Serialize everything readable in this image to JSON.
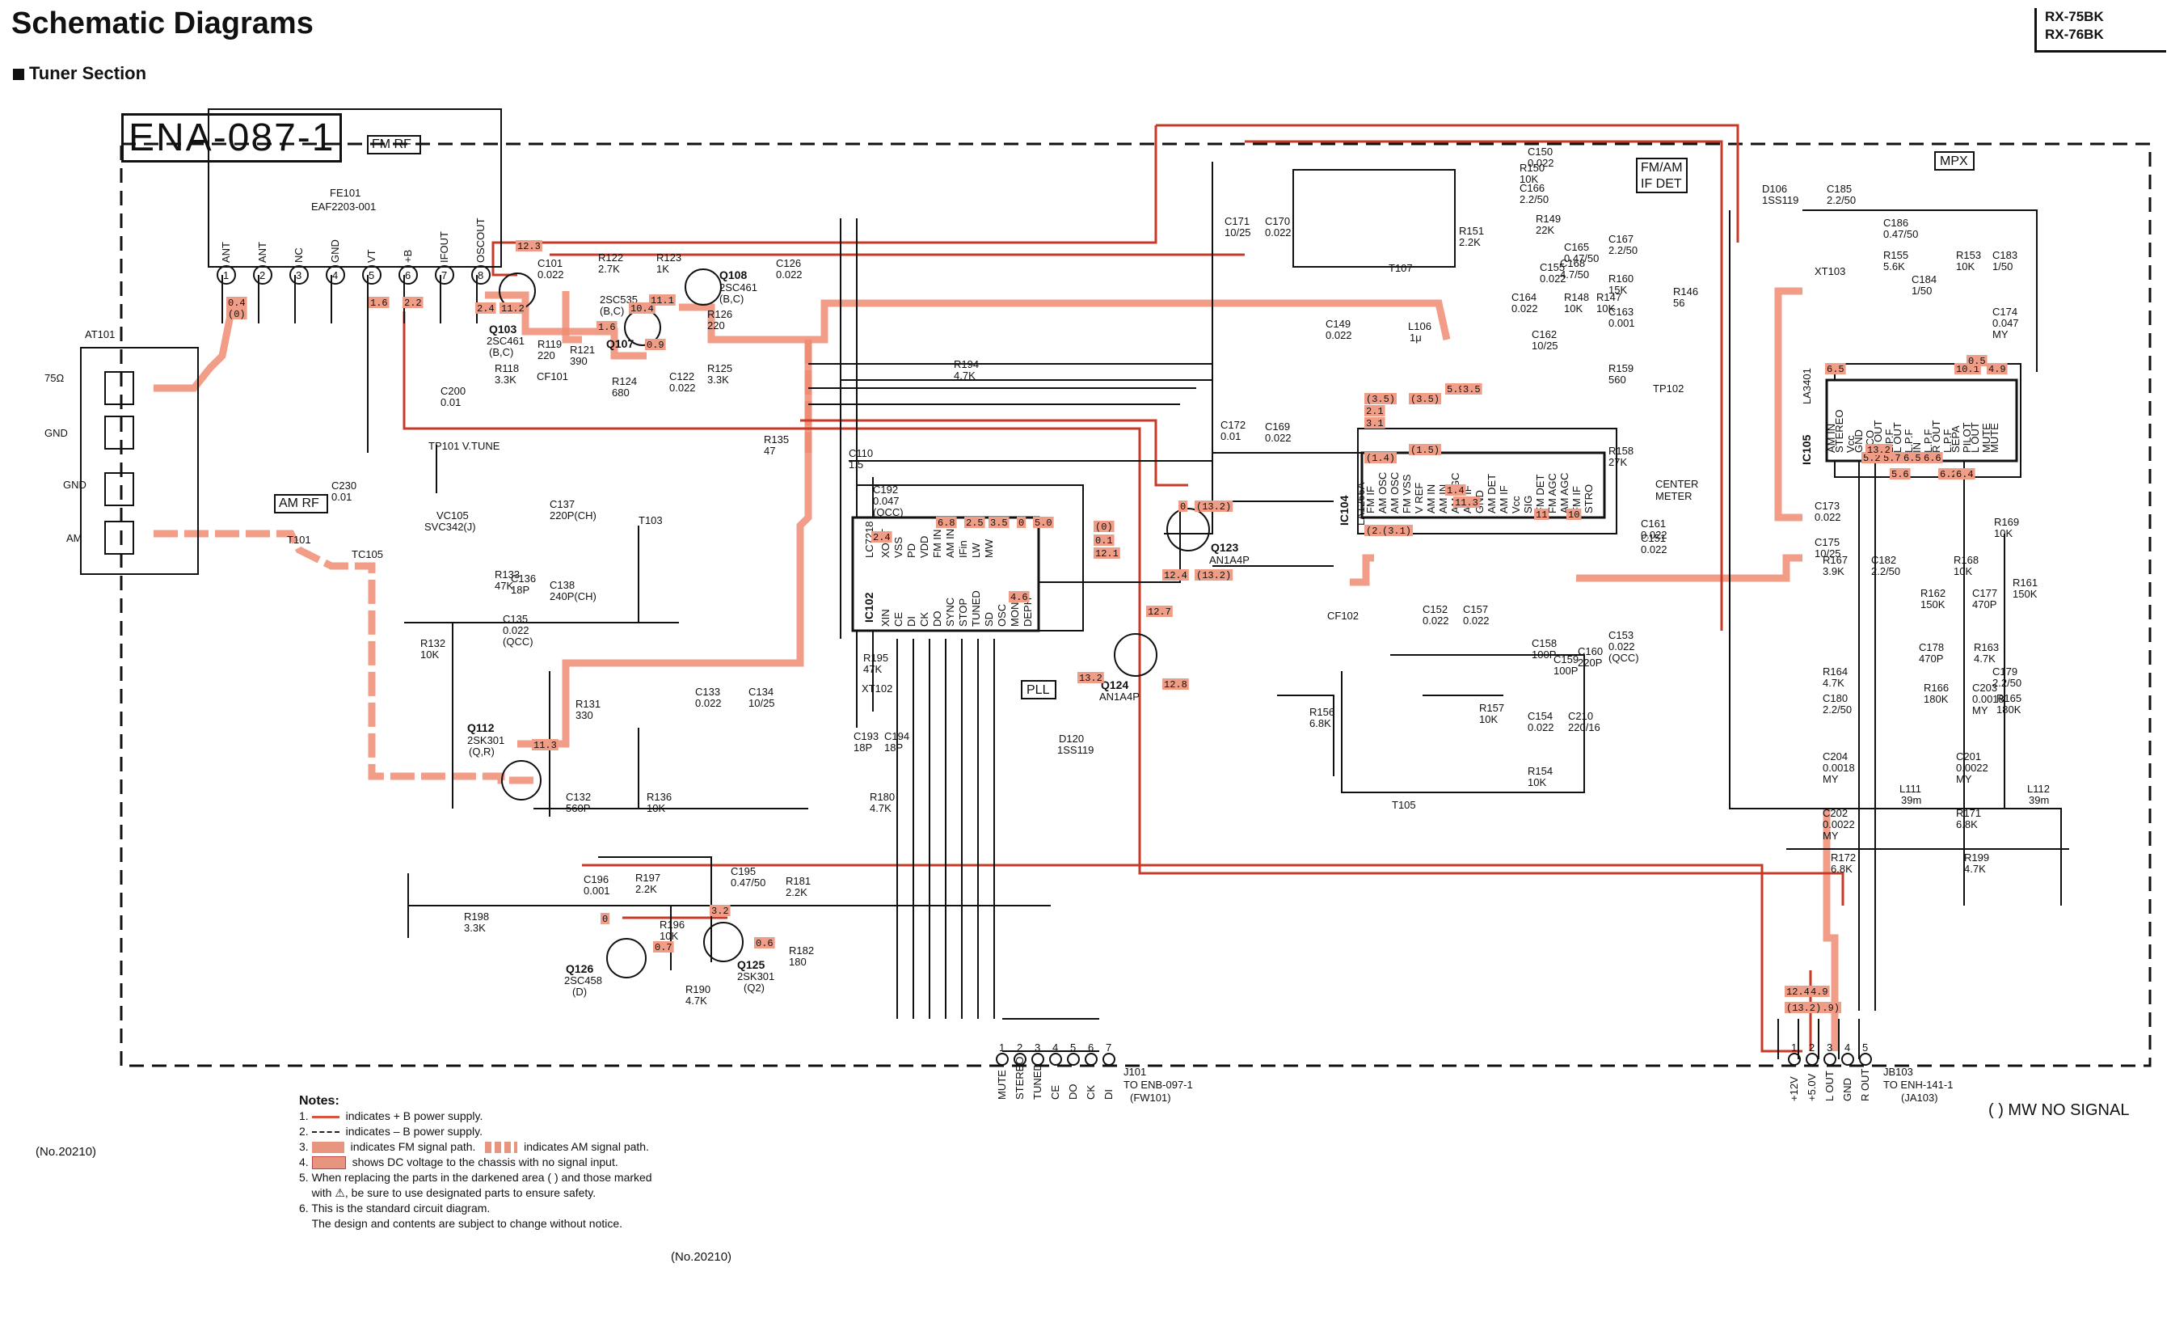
{
  "header": {
    "title": "Schematic Diagrams",
    "section": "Tuner Section",
    "models": [
      "RX-75BK",
      "RX-76BK"
    ]
  },
  "board": {
    "tag": "ENA-087-1",
    "blocks": {
      "fm_rf": "FM RF",
      "am_rf": "AM RF",
      "fm_am_if_det": [
        "FM/AM",
        "IF DET"
      ],
      "mpx": "MPX",
      "pll": "PLL"
    }
  },
  "components": {
    "fe101": [
      "FE101",
      "EAF2203-001"
    ],
    "fe101_pins": [
      "ANT",
      "ANT",
      "NC",
      "GND",
      "VT",
      "+B",
      "IFOUT",
      "OSCOUT"
    ],
    "at101": "AT101",
    "at101_terms": [
      "75Ω",
      "GND",
      "GND",
      "AM"
    ],
    "tp101": "TP101 V.TUNE",
    "tp102": "TP102",
    "center_meter": [
      "CENTER",
      "METER"
    ],
    "ic104": [
      "IC104",
      "LA1266A"
    ],
    "ic105": [
      "IC105",
      "LA3401"
    ],
    "ic102": [
      "IC102",
      "LC7218"
    ],
    "q103": [
      "Q103",
      "2SC461",
      "(B,C)"
    ],
    "q107": [
      "Q107",
      "2SC535",
      "(B,C)"
    ],
    "q108": [
      "Q108",
      "2SC461",
      "(B,C)"
    ],
    "q112": [
      "Q112",
      "2SK301",
      "(Q,R)"
    ],
    "q123": [
      "Q123",
      "AN1A4P"
    ],
    "q124": [
      "Q124",
      "AN1A4P"
    ],
    "q125": [
      "Q125",
      "2SK301",
      "(Q2)"
    ],
    "q126": [
      "Q126",
      "2SC458",
      "(D)"
    ],
    "d106": [
      "D106",
      "1SS119"
    ],
    "d120": [
      "D120",
      "1SS119"
    ],
    "vc105": [
      "VC105",
      "SVC342(J)"
    ],
    "t101": "T101",
    "t103": "T103",
    "t105": "T105",
    "t107": "T107",
    "cf101": "CF101",
    "cf102": "CF102",
    "tc105": "TC105",
    "xt102": "XT102",
    "xt103": "XT103",
    "l106": [
      "L106",
      "1μ"
    ],
    "l111": [
      "L111",
      "39m"
    ],
    "l112": [
      "L112",
      "39m"
    ]
  },
  "parts_labels": [
    [
      "C101",
      "0.022"
    ],
    [
      "R122",
      "2.7K"
    ],
    [
      "R123",
      "1K"
    ],
    [
      "C126",
      "0.022"
    ],
    [
      "R119",
      "220"
    ],
    [
      "R118",
      "3.3K"
    ],
    [
      "R121",
      "390"
    ],
    [
      "R124",
      "680"
    ],
    [
      "R126",
      "220"
    ],
    [
      "R125",
      "3.3K"
    ],
    [
      "C122",
      "0.022"
    ],
    [
      "C200",
      "0.01"
    ],
    [
      "C230",
      "0.01"
    ],
    [
      "R135",
      "47"
    ],
    [
      "R194",
      "4.7K"
    ],
    [
      "C110",
      "1.5"
    ],
    [
      "C192",
      "0.047",
      "(QCC)"
    ],
    [
      "C137",
      "220P(CH)"
    ],
    [
      "C138",
      "240P(CH)"
    ],
    [
      "R133",
      "47K"
    ],
    [
      "C136",
      "18P"
    ],
    [
      "R132",
      "10K"
    ],
    [
      "C135",
      "0.022",
      "(QCC)"
    ],
    [
      "R131",
      "330"
    ],
    [
      "C133",
      "0.022"
    ],
    [
      "C134",
      "10/25"
    ],
    [
      "C132",
      "560P"
    ],
    [
      "R136",
      "10K"
    ],
    [
      "R195",
      "47K"
    ],
    [
      "C193",
      "18P"
    ],
    [
      "C194",
      "18P"
    ],
    [
      "R180",
      "4.7K"
    ],
    [
      "C171",
      "10/25"
    ],
    [
      "C170",
      "0.022"
    ],
    [
      "R151",
      "2.2K"
    ],
    [
      "C149",
      "0.022"
    ],
    [
      "C172",
      "0.01"
    ],
    [
      "C169",
      "0.022"
    ],
    [
      "C150",
      "0.022"
    ],
    [
      "R150",
      "10K"
    ],
    [
      "C166",
      "2.2/50"
    ],
    [
      "R149",
      "22K"
    ],
    [
      "C165",
      "0.47/50"
    ],
    [
      "C167",
      "2.2/50"
    ],
    [
      "C168",
      "4.7/50"
    ],
    [
      "C155",
      "0.022"
    ],
    [
      "R160",
      "15K"
    ],
    [
      "R147",
      "10K"
    ],
    [
      "R148",
      "10K"
    ],
    [
      "C164",
      "0.022"
    ],
    [
      "C163",
      "0.001"
    ],
    [
      "R146",
      "56"
    ],
    [
      "C162",
      "10/25"
    ],
    [
      "R159",
      "560"
    ],
    [
      "R158",
      "27K"
    ],
    [
      "C161",
      "0.022"
    ],
    [
      "C151",
      "0.022"
    ],
    [
      "C152",
      "0.022"
    ],
    [
      "C157",
      "0.022"
    ],
    [
      "C158",
      "100P"
    ],
    [
      "C159",
      "100P"
    ],
    [
      "C160",
      "220P"
    ],
    [
      "C153",
      "0.022",
      "(QCC)"
    ],
    [
      "R156",
      "6.8K"
    ],
    [
      "R157",
      "10K"
    ],
    [
      "C154",
      "0.022"
    ],
    [
      "C210",
      "220/16"
    ],
    [
      "R154",
      "10K"
    ],
    [
      "C185",
      "2.2/50"
    ],
    [
      "C186",
      "0.47/50"
    ],
    [
      "R155",
      "5.6K"
    ],
    [
      "C184",
      "1/50"
    ],
    [
      "R153",
      "10K"
    ],
    [
      "C183",
      "1/50"
    ],
    [
      "C174",
      "0.047",
      "MY"
    ],
    [
      "C173",
      "0.022"
    ],
    [
      "C175",
      "10/25"
    ],
    [
      "R167",
      "3.9K"
    ],
    [
      "C182",
      "2.2/50"
    ],
    [
      "R168",
      "10K"
    ],
    [
      "R169",
      "10K"
    ],
    [
      "R161",
      "150K"
    ],
    [
      "R162",
      "150K"
    ],
    [
      "C177",
      "470P"
    ],
    [
      "C178",
      "470P"
    ],
    [
      "R163",
      "4.7K"
    ],
    [
      "R164",
      "4.7K"
    ],
    [
      "C179",
      "2.2/50"
    ],
    [
      "C180",
      "2.2/50"
    ],
    [
      "R165",
      "180K"
    ],
    [
      "R166",
      "180K"
    ],
    [
      "C203",
      "0.0018",
      "MY"
    ],
    [
      "C204",
      "0.0018",
      "MY"
    ],
    [
      "C201",
      "0.0022",
      "MY"
    ],
    [
      "C202",
      "0.0022",
      "MY"
    ],
    [
      "R171",
      "6.8K"
    ],
    [
      "R172",
      "6.8K"
    ],
    [
      "R199",
      "4.7K"
    ],
    [
      "C196",
      "0.001"
    ],
    [
      "R197",
      "2.2K"
    ],
    [
      "C195",
      "0.47/50"
    ],
    [
      "R181",
      "2.2K"
    ],
    [
      "R198",
      "3.3K"
    ],
    [
      "R196",
      "10K"
    ],
    [
      "R182",
      "180"
    ],
    [
      "R190",
      "4.7K"
    ]
  ],
  "ic102_pins": [
    "XIN",
    "CE",
    "DI",
    "CK",
    "DO",
    "SYNC",
    "STOP",
    "TUNED",
    "SD",
    "OSC",
    "MONO",
    "DEPH",
    "XOUT",
    "VSS",
    "PD",
    "VDD",
    "FM IN",
    "AM IN",
    "IFin",
    "LW",
    "MW"
  ],
  "ic104_pins": [
    "FM IF",
    "AM OSC",
    "AM OSC",
    "FM VSS",
    "V REF",
    "AM IN",
    "AM IN",
    "AM AGC",
    "AM IF",
    "GND",
    "AM DET",
    "AM IF",
    "Vcc",
    "SIG",
    "FM DET",
    "FM AGC",
    "AM AGC",
    "FM IF",
    "STRO"
  ],
  "ic105_pins": [
    "AM IN",
    "Vcc",
    "VCO",
    "L.P.F",
    "L.P.F",
    "L.P.F",
    "L.P.F",
    "PILOT",
    "MUTE",
    "STEREO",
    "GND",
    "R OUT",
    "L OUT",
    "IN",
    "R OUT",
    "SEPA",
    "L OUT",
    "MUTE"
  ],
  "voltages": [
    "(3.5)",
    "2.1",
    "3.1",
    "(3.5)",
    "5.9",
    "3.5",
    "(1.4)",
    "(1.5)",
    "(2.1)",
    "(3.1)",
    "0.4",
    "(0)",
    "1.6",
    "2.2",
    "11.3",
    "2.4",
    "11.2",
    "1.6",
    "10.4",
    "11.1",
    "0.9",
    "12.3",
    "0",
    "(13.2)",
    "12.4",
    "(13.2)",
    "12.7",
    "(0)",
    "12.8",
    "0.1",
    "12.1",
    "2.4",
    "6.8",
    "2.5",
    "3.5",
    "0",
    "5.0",
    "4.6",
    "13.2",
    "1.4",
    "11.3",
    "10",
    "11",
    "0",
    "0.7",
    "0.6",
    "3.2",
    "12.4",
    "4.9",
    "(4.9)",
    "(13.2)",
    "5.2",
    "5.7",
    "6.5",
    "6.6",
    "6.2",
    "6.4",
    "13.2",
    "5.6",
    "6.5",
    "10.1",
    "0.5",
    "4.9"
  ],
  "connectors": {
    "j101": {
      "name": "J101",
      "dest": [
        "TO ENB-097-1",
        "(FW101)"
      ],
      "pins": [
        "MUTE",
        "STEREO",
        "TUNED",
        "CE",
        "DO",
        "CK",
        "DI"
      ],
      "numbers": [
        "1",
        "2",
        "3",
        "4",
        "5",
        "6",
        "7"
      ]
    },
    "jb103": {
      "name": "JB103",
      "dest": [
        "TO ENH-141-1",
        "(JA103)"
      ],
      "pins": [
        "+12V",
        "+5.0V",
        "L OUT",
        "GND",
        "R OUT"
      ],
      "numbers": [
        "1",
        "2",
        "3",
        "4",
        "5"
      ]
    }
  },
  "notes": {
    "heading": "Notes:",
    "items": [
      "1.        indicates + B power supply.",
      "2.        indicates – B power supply.",
      "3.        indicates FM signal path.        indicates AM signal path.",
      "4.        shows DC voltage to the chassis with no signal input.",
      "5. When replacing the parts in the darkened area (      ) and those marked",
      "   with ⚠, be sure to use designated parts to ensure safety.",
      "6. This is the standard circuit diagram.",
      "   The design and contents are subject to change without notice."
    ],
    "legend": {
      "plus_b": "indicates + B power supply.",
      "minus_b": "indicates – B power supply.",
      "fm_path": "indicates FM signal path.",
      "am_path": "indicates AM signal path.",
      "dc": "shows DC voltage to the chassis with no signal input.",
      "darkened": "When replacing the parts in the darkened area (      ) and those marked",
      "safety": "with ⚠, be sure to use designated parts to ensure safety.",
      "standard": "This is the standard circuit diagram.",
      "change": "The design and contents are subject to change without notice."
    }
  },
  "footer": {
    "doc_no_left": "(No.20210)",
    "doc_no_bottom": "(No.20210)",
    "mw_note": "(   ) MW NO SIGNAL"
  },
  "colors": {
    "plus_b": "#c63a28",
    "signal": "#ef8c73",
    "ink": "#111111"
  }
}
